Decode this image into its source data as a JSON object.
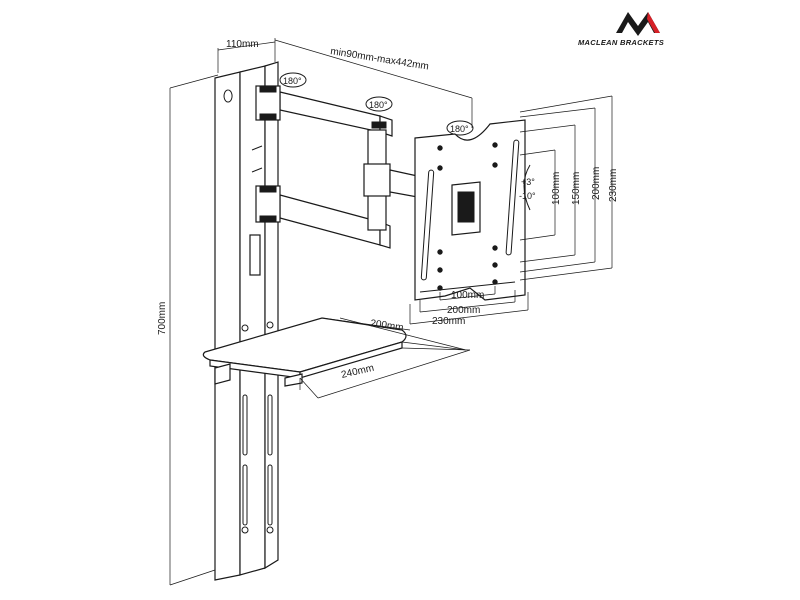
{
  "brand": {
    "name": "MACLEAN BRACKETS",
    "logo_icon": "maclean-m-logo"
  },
  "dimensions": {
    "wall_depth": "110mm",
    "arm_extension": "min90mm-max442mm",
    "overall_height": "700mm",
    "shelf_depth": "200mm",
    "shelf_width": "240mm",
    "vesa_h_100": "100mm",
    "vesa_h_200": "200mm",
    "vesa_h_230": "230mm",
    "vesa_v_100": "100mm",
    "vesa_v_150": "150mm",
    "vesa_v_200": "200mm",
    "vesa_v_230": "230mm"
  },
  "rotations": {
    "wall_pivot": "180°",
    "arm_pivot": "180°",
    "plate_pivot": "180°"
  },
  "tilt": {
    "up": "+3°",
    "down": "-10°"
  },
  "colors": {
    "line": "#1a1a1a",
    "logo_red": "#d62027"
  }
}
